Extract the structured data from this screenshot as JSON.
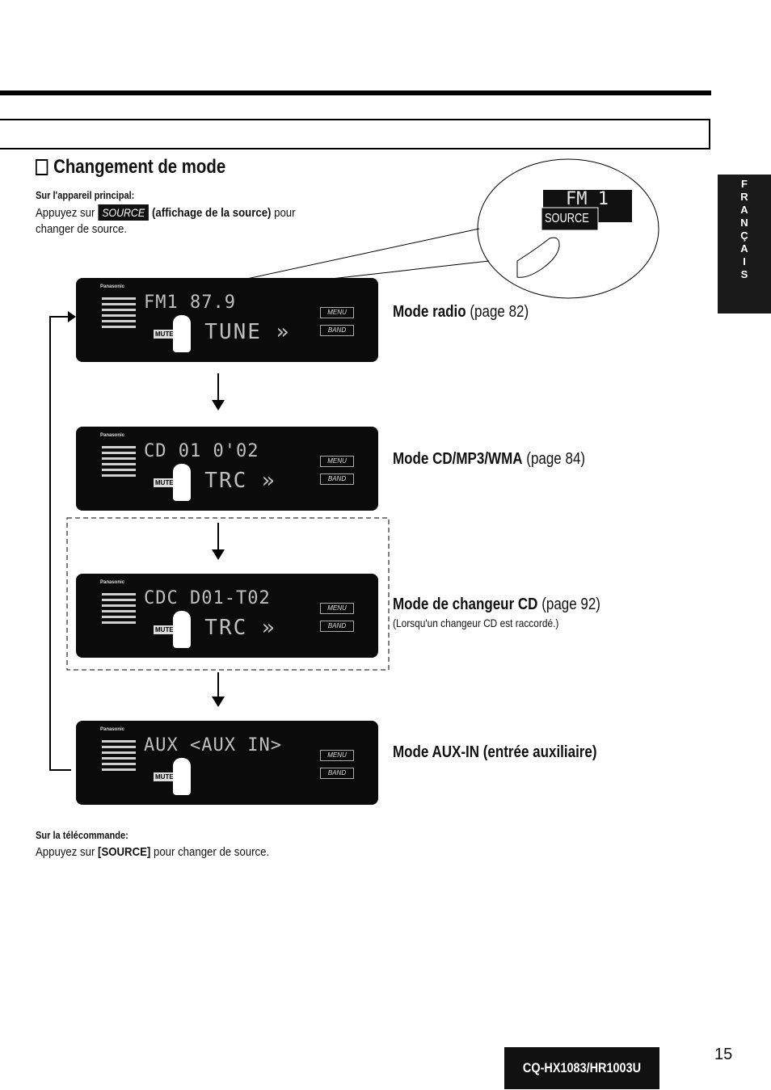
{
  "language_tab": "FRANÇAIS",
  "section": {
    "title": "Changement de mode",
    "main_unit_heading": "Sur l'appareil principal:",
    "main_unit_text_before": "Appuyez sur",
    "main_unit_button": "SOURCE",
    "main_unit_text_bold": "(affichage de la source)",
    "main_unit_text_after": "pour changer de source."
  },
  "callout": {
    "lcd_text": "FM 1",
    "button": "SOURCE"
  },
  "panels": [
    {
      "brand": "Panasonic",
      "top_text": "FM1  87.9",
      "bottom_text": "« TUNE »",
      "menu": "MENU",
      "band": "BAND",
      "mute": "MUTE"
    },
    {
      "brand": "Panasonic",
      "top_text": "CD 01  0'02",
      "bottom_text": "« TRC »",
      "menu": "MENU",
      "band": "BAND",
      "mute": "MUTE"
    },
    {
      "brand": "Panasonic",
      "top_text": "CDC D01-T02",
      "bottom_text": "« TRC »",
      "menu": "MENU",
      "band": "BAND",
      "mute": "MUTE"
    },
    {
      "brand": "Panasonic",
      "top_text": "AUX <AUX IN>",
      "bottom_text": "",
      "menu": "MENU",
      "band": "BAND",
      "mute": "MUTE"
    }
  ],
  "modes": [
    {
      "bold": "Mode radio",
      "normal": "(page 82)",
      "note": ""
    },
    {
      "bold": "Mode CD/MP3/WMA",
      "normal": "(page 84)",
      "note": ""
    },
    {
      "bold": "Mode de changeur CD",
      "normal": "(page 92)",
      "note": "(Lorsqu'un changeur CD est raccordé.)"
    },
    {
      "bold": "Mode AUX-IN (entrée auxiliaire)",
      "normal": "",
      "note": ""
    }
  ],
  "remote": {
    "heading": "Sur la télécommande:",
    "text_before": "Appuyez sur",
    "text_bold": "[SOURCE]",
    "text_after": "pour changer de source."
  },
  "footer": {
    "model": "CQ-HX1083/HR1003U",
    "page_number": "15"
  }
}
